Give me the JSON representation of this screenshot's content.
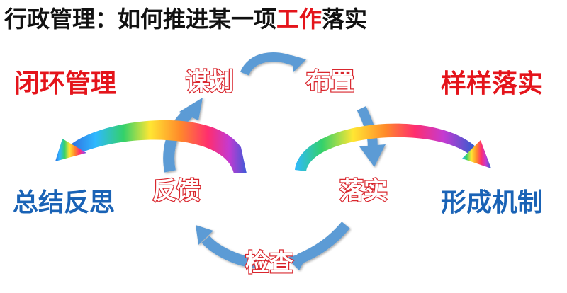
{
  "title": {
    "part1": "行政管理：如何推进某一项",
    "part2": "工作",
    "part3": "落实"
  },
  "cycle": {
    "top_left": "谋划",
    "top_right": "布置",
    "right": "落实",
    "bottom": "检查",
    "left": "反馈"
  },
  "sides": {
    "top_left": "闭环管理",
    "top_right": "样样落实",
    "bottom_left": "总结反思",
    "bottom_right": "形成机制"
  },
  "colors": {
    "title": "#111111",
    "title_accent": "#e4141b",
    "red_text": "#e4141b",
    "blue_text": "#1a63b6",
    "outline_red": "#d9272e",
    "outline_blue": "#4a86c8",
    "cycle_arrow": "#5b9bd5"
  }
}
